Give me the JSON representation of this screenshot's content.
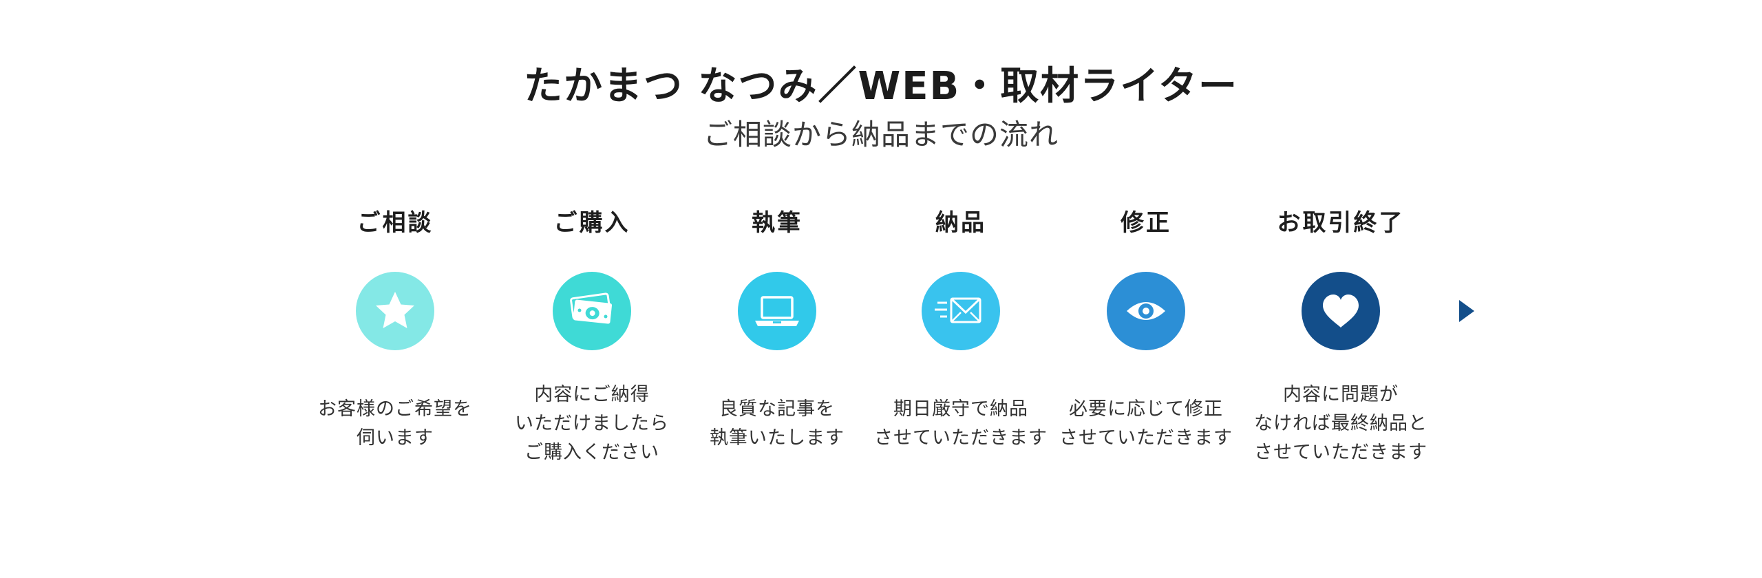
{
  "header": {
    "title": "たかまつ なつみ／WEB・取材ライター",
    "subtitle": "ご相談から納品までの流れ"
  },
  "flow": {
    "steps": [
      {
        "label": "ご相談",
        "icon": "star-icon",
        "color": "#84E8E6",
        "description": "お客様のご希望を\n伺います"
      },
      {
        "label": "ご購入",
        "icon": "money-icon",
        "color": "#3FDAD6",
        "description": "内容にご納得\nいただけましたら\nご購入ください"
      },
      {
        "label": "執筆",
        "icon": "laptop-icon",
        "color": "#31C9EA",
        "description": "良質な記事を\n執筆いたします"
      },
      {
        "label": "納品",
        "icon": "mail-icon",
        "color": "#39C3EE",
        "description": "期日厳守で納品\nさせていただきます"
      },
      {
        "label": "修正",
        "icon": "eye-icon",
        "color": "#2C8FD6",
        "description": "必要に応じて修正\nさせていただきます"
      },
      {
        "label": "お取引終了",
        "icon": "heart-icon",
        "color": "#134E8A",
        "description": "内容に問題が\nなければ最終納品と\nさせていただきます"
      }
    ],
    "line_colors": [
      "#84E8E6",
      "#3FDAD6",
      "#31C9EA",
      "#39C3EE",
      "#2C8FD6",
      "#134E8A"
    ]
  }
}
